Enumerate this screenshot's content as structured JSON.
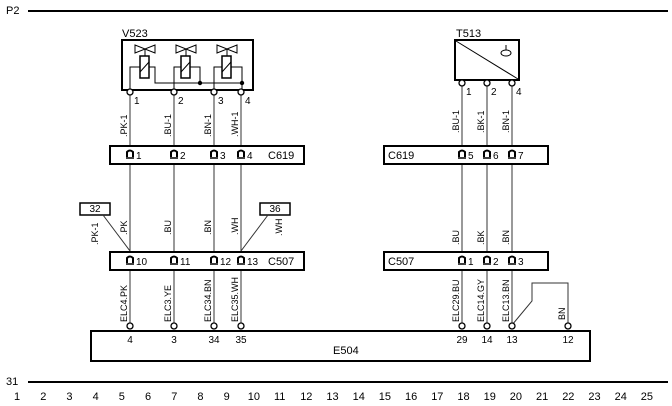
{
  "rails": {
    "top_label": "P2",
    "bottom_label": "31"
  },
  "grid_numbers": [
    "1",
    "2",
    "3",
    "4",
    "5",
    "6",
    "7",
    "8",
    "9",
    "10",
    "11",
    "12",
    "13",
    "14",
    "15",
    "16",
    "17",
    "18",
    "19",
    "20",
    "21",
    "22",
    "23",
    "24",
    "25"
  ],
  "components": {
    "v523": {
      "label": "V523",
      "pins": [
        "1",
        "2",
        "3",
        "4"
      ],
      "wires": [
        ".PK-1",
        ".BU-1",
        ".BN-1",
        ".WH-1"
      ]
    },
    "t513": {
      "label": "T513",
      "pins": [
        "1",
        "2",
        "4"
      ],
      "wires": [
        ".BU-1",
        ".BK-1",
        ".BN-1"
      ]
    },
    "c619_left": {
      "label": "C619",
      "pins": [
        "1",
        "2",
        "3",
        "4"
      ]
    },
    "c619_right": {
      "label": "C619",
      "pins": [
        "5",
        "6",
        "7"
      ]
    },
    "c507_left": {
      "label": "C507",
      "pins": [
        "10",
        "11",
        "12",
        "13"
      ],
      "wires_above": [
        ".PK",
        ".BU",
        ".BN",
        ".WH"
      ]
    },
    "c507_right": {
      "label": "C507",
      "pins": [
        "1",
        "2",
        "3"
      ],
      "wires_above": [
        ".BU",
        ".BK",
        ".BN"
      ]
    },
    "splice_32": {
      "label": "32",
      "wire": ".PK-1"
    },
    "splice_36": {
      "label": "36",
      "wire": ".WH"
    },
    "e504": {
      "label": "E504",
      "pins": [
        "4",
        "3",
        "34",
        "35",
        "29",
        "14",
        "13",
        "12"
      ],
      "wires": [
        "ELC4.PK",
        "ELC3.YE",
        "ELC34.BN",
        "ELC35.WH",
        "ELC29.BU",
        "ELC14.GY",
        "ELC13.BN",
        "BN"
      ]
    }
  },
  "colors": {
    "line": "#000000",
    "wire": "#333333",
    "background": "#ffffff"
  }
}
